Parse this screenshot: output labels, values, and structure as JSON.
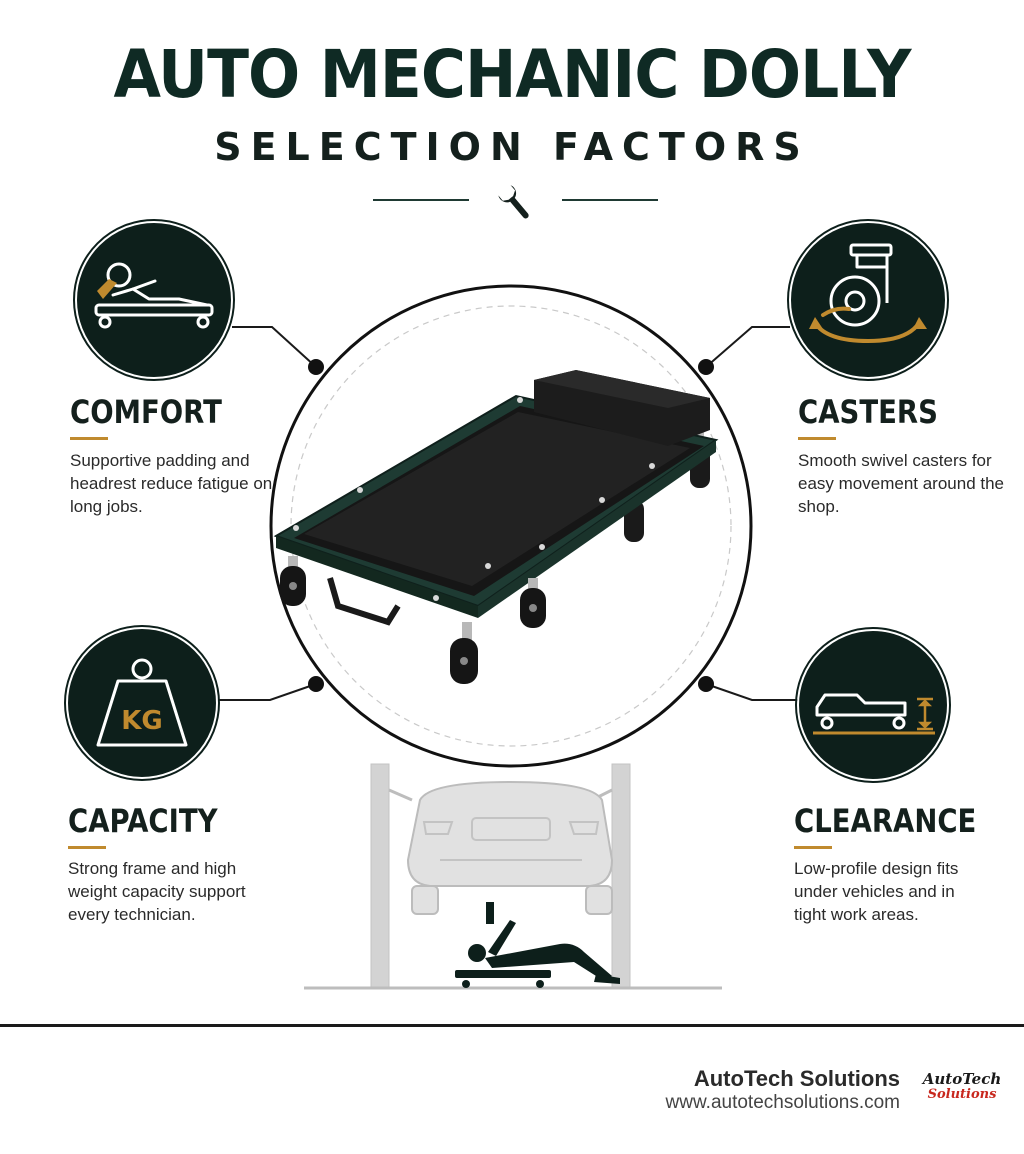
{
  "header": {
    "title": "AUTO MECHANIC DOLLY",
    "subtitle": "SELECTION FACTORS"
  },
  "factors": {
    "comfort": {
      "title": "COMFORT",
      "description": "Supportive padding and headrest reduce fatigue on long jobs.",
      "icon": "person-reclining-on-creeper-icon"
    },
    "casters": {
      "title": "CASTERS",
      "description": "Smooth swivel casters for easy movement around the shop.",
      "icon": "swivel-caster-icon"
    },
    "capacity": {
      "title": "CAPACITY",
      "description": "Strong frame and high weight capacity support every technician.",
      "icon": "kg-weight-icon",
      "icon_text": "KG"
    },
    "clearance": {
      "title": "CLEARANCE",
      "description": "Low-profile design fits under vehicles and in tight work areas.",
      "icon": "low-profile-height-icon"
    }
  },
  "footer": {
    "company": "AutoTech Solutions",
    "url": "www.autotechsolutions.com",
    "logo_line1": "AutoTech",
    "logo_line2": "Solutions"
  },
  "colors": {
    "dark_green": "#0f2a24",
    "icon_bg": "#0d1f1b",
    "accent_gold": "#c08a2e",
    "frame_green": "#1e3b33",
    "logo_red": "#c8281e"
  }
}
